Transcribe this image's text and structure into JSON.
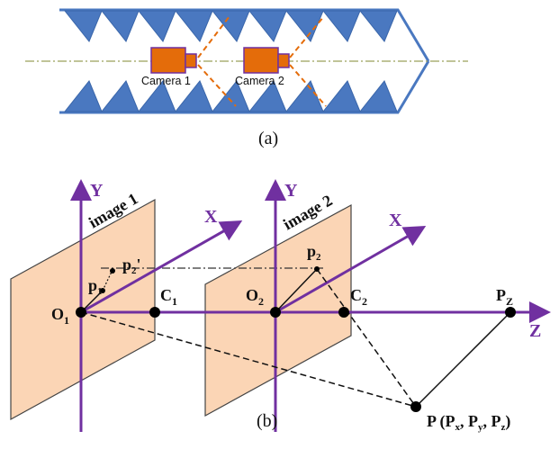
{
  "captions": {
    "a": "(a)",
    "b": "(b)"
  },
  "panel_a": {
    "cameras": [
      {
        "label": "Camera 1"
      },
      {
        "label": "Camera 2"
      }
    ]
  },
  "panel_b": {
    "image1": {
      "title": "image 1",
      "origin": "O",
      "origin_sub": "1",
      "center": "C",
      "center_sub": "1"
    },
    "image2": {
      "title": "image 2",
      "origin": "O",
      "origin_sub": "2",
      "center": "C",
      "center_sub": "2"
    },
    "axes": {
      "x": "X",
      "y": "Y",
      "z": "Z"
    },
    "points": {
      "p1": {
        "base": "p",
        "sub": "1"
      },
      "p2prime": {
        "base": "p",
        "sub": "2",
        "suffix": "'"
      },
      "p2": {
        "base": "p",
        "sub": "2"
      },
      "pz": {
        "base": "P",
        "sub": "Z"
      },
      "P": {
        "text_a": "P (P",
        "sub_x": "x",
        "text_b": ", P",
        "sub_y": "y",
        "text_c": ", P",
        "sub_z": "z",
        "text_d": ")"
      }
    }
  },
  "colors": {
    "tube": "#4a78c0",
    "camera_fill": "#e46c0a",
    "camera_stroke": "#7030a0",
    "fov": "#e46c0a",
    "axis": "#7030a0",
    "plane_fill": "#fbd5b5",
    "centerline": "#9aa05a"
  }
}
